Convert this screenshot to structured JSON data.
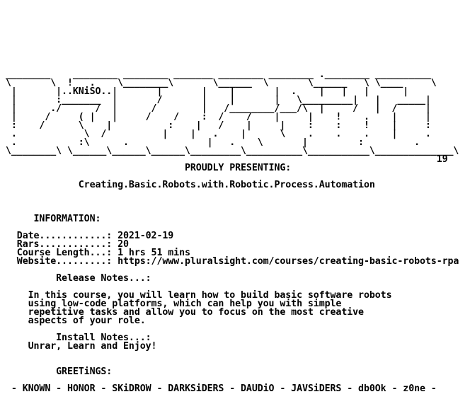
{
  "nfo_lines": [
    "",
    "",
    "",
    "",
    "",
    "",
    "",
    "",
    "________    ________ ________ _______ ________ ________ .________ __________",
    "\\       \\  !   .    \\________\\       \\______  \\       \\______   \\ \\____     \\",
    " |       |..KNiSO..|       |       |    |       |  .    |   |   |      |",
    " |       :_______  |       /       |    |       |   \\_________|   |   _____|",
    " |      ./      /  |      /        |   /________/___/\\  |     /   |  /     |",
    " |     /     ( |   |     /    /    :  /    /    |     |    !    .    |     |",
    " :    /      \\    |          :    |   /    |     |    :    :    !    |     :",
    " .            \\  /          |    |   .    |      \\    .    .    .    |     .",
    " .           :\\      .              |   .    \\       |         :         .",
    "\\________\\ \\______\\______\\______\\_________\\__________\\___________\\______________\\",
    "                                                                             19",
    "                                PROUDLY PRESENTING:",
    "",
    "             Creating.Basic.Robots.with.Robotic.Process.Automation",
    "",
    "",
    "",
    "     INFORMATION:",
    "",
    "  Date............: 2021-02-19",
    "  Rars............: 20",
    "  Course Length...: 1 hrs 51 mins",
    "  Website.........: https://www.pluralsight.com/courses/creating-basic-robots-rpa",
    "",
    "         Release Notes...:",
    "",
    "    In this course, you will learn how to build basic software robots",
    "    using low-code platforms, which can help you with simple",
    "    repetitive tasks and allow you to focus on the most creative",
    "    aspects of your role.",
    "",
    "         Install Notes...:",
    "    Unrar, Learn and Enjoy!",
    "",
    "",
    "         GREETiNGS:",
    "",
    " - KNOWN - HONOR - SKiDROW - DARKSiDERS - DAUDiO - JAVSiDERS - db0Ok - z0ne -"
  ]
}
